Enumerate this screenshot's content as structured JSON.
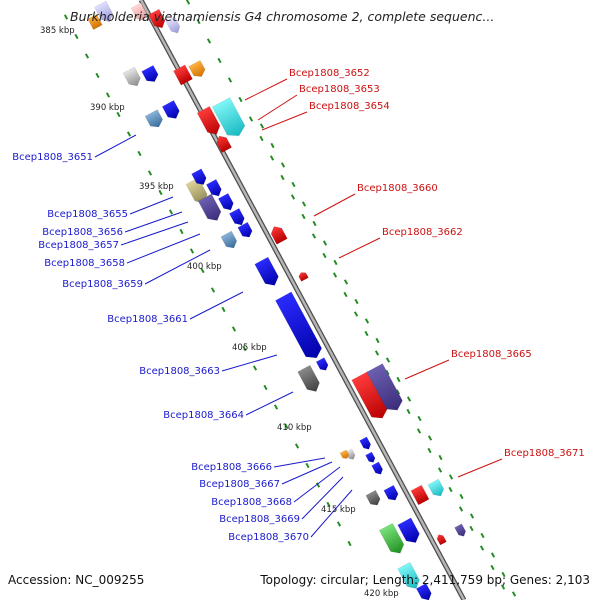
{
  "title": "Burkholderia vietnamiensis G4 chromosome 2, complete sequenc...",
  "footer": {
    "accession": "Accession: NC_009255",
    "summary": "Topology: circular; Length: 2,411,759 bp; Genes: 2,103"
  },
  "scale_labels": [
    "385 kbp",
    "390 kbp",
    "395 kbp",
    "400 kbp",
    "405 kbp",
    "410 kbp",
    "415 kbp",
    "420 kbp"
  ],
  "gene_labels_left": [
    "Bcep1808_3651",
    "Bcep1808_3655",
    "Bcep1808_3656",
    "Bcep1808_3657",
    "Bcep1808_3658",
    "Bcep1808_3659",
    "Bcep1808_3661",
    "Bcep1808_3663",
    "Bcep1808_3664",
    "Bcep1808_3666",
    "Bcep1808_3667",
    "Bcep1808_3668",
    "Bcep1808_3669",
    "Bcep1808_3670"
  ],
  "gene_labels_right": [
    "Bcep1808_3652",
    "Bcep1808_3653",
    "Bcep1808_3654",
    "Bcep1808_3660",
    "Bcep1808_3662",
    "Bcep1808_3665",
    "Bcep1808_3671"
  ],
  "colors": {
    "backbone": "#999999",
    "left_label": "#1a1acc",
    "right_label": "#cc1111",
    "tick": "#228b22"
  }
}
